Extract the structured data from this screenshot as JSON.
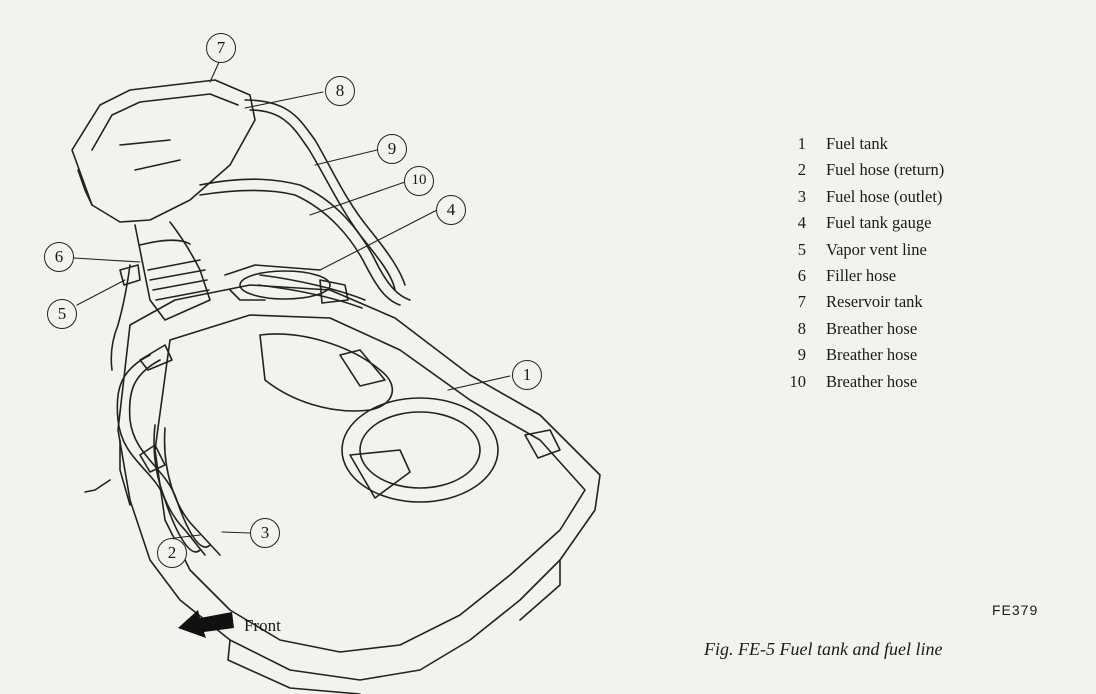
{
  "figure": {
    "caption": "Fig. FE-5  Fuel tank and fuel line",
    "code": "FE379",
    "front_label": "Front"
  },
  "callouts": [
    "1",
    "2",
    "3",
    "4",
    "5",
    "6",
    "7",
    "8",
    "9",
    "10"
  ],
  "legend": [
    {
      "num": "1",
      "label": "Fuel tank"
    },
    {
      "num": "2",
      "label": "Fuel hose (return)"
    },
    {
      "num": "3",
      "label": "Fuel hose (outlet)"
    },
    {
      "num": "4",
      "label": "Fuel tank gauge"
    },
    {
      "num": "5",
      "label": "Vapor vent line"
    },
    {
      "num": "6",
      "label": "Filler hose"
    },
    {
      "num": "7",
      "label": "Reservoir tank"
    },
    {
      "num": "8",
      "label": "Breather hose"
    },
    {
      "num": "9",
      "label": "Breather hose"
    },
    {
      "num": "10",
      "label": "Breather hose"
    }
  ],
  "colors": {
    "ink": "#1a1a1a",
    "paper": "#f4f2ee"
  }
}
